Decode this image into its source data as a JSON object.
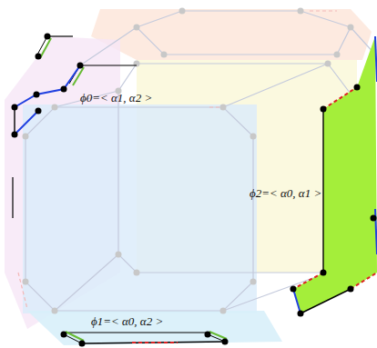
{
  "diagram": {
    "labels": [
      "ϕ0=< α1, α2 >",
      "ϕ1=< α0, α2 >",
      "ϕ2=< α0, α1 >"
    ]
  }
}
